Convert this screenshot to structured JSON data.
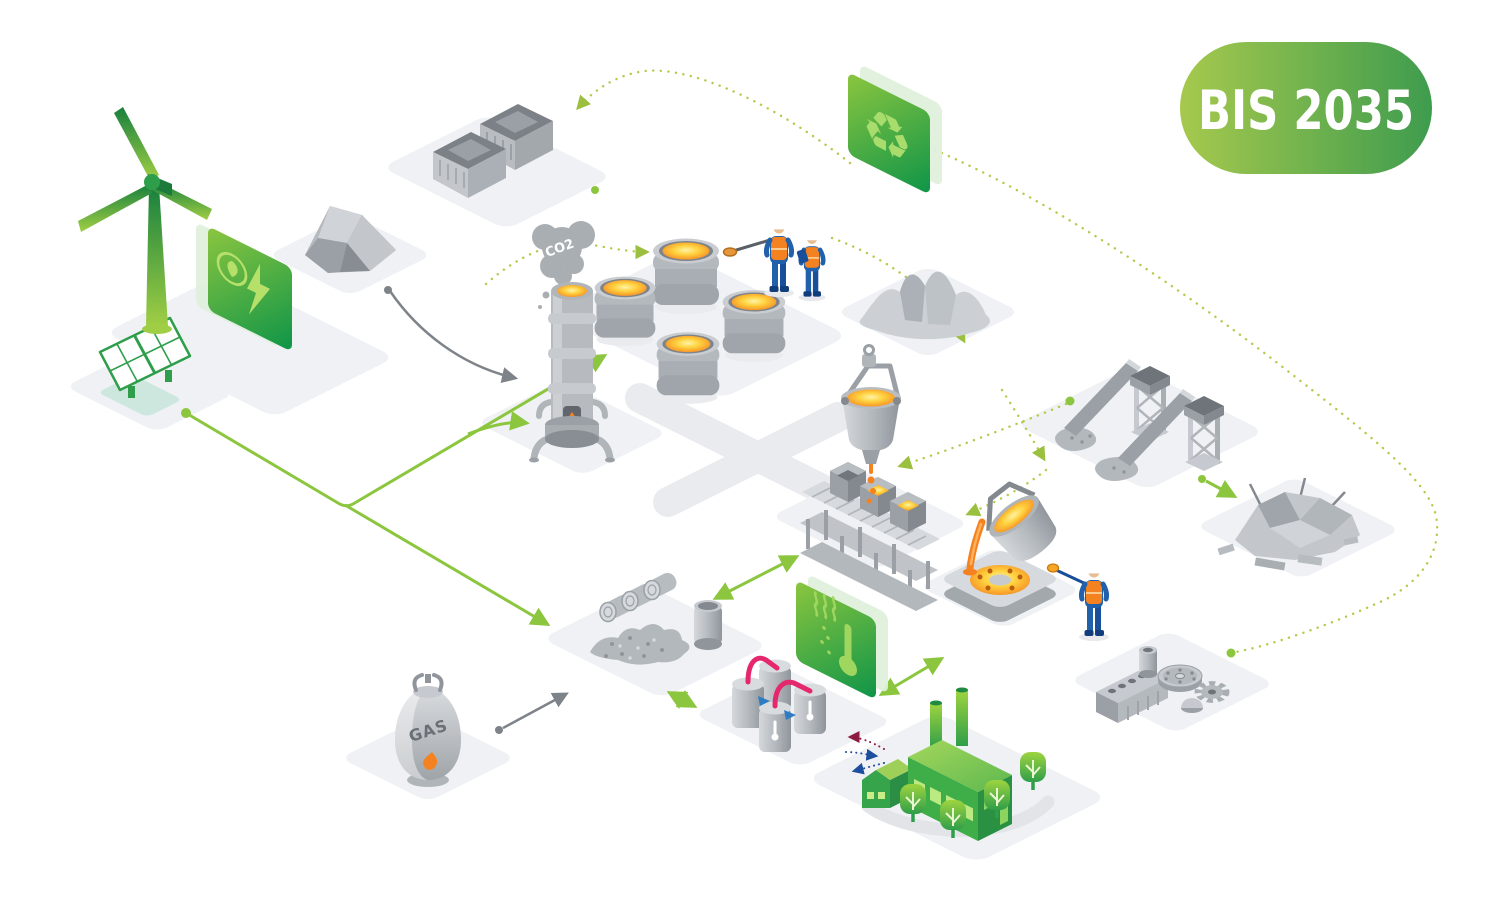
{
  "badge": {
    "label": "BIS 2035"
  },
  "labels": {
    "co2": "CO2",
    "gas": "GAS"
  },
  "colors": {
    "badge_gradient": [
      "#a6c94d",
      "#3e9c4e"
    ],
    "sign_gradient": [
      "#8cc63f",
      "#0d9448"
    ],
    "flow_green": "#8cc63f",
    "flow_dotted_green": "#b5c94c",
    "molten_orange": "#f58220",
    "molten_yellow": "#ffd23f",
    "metal_gray": "#aab0b5",
    "platform_gray": "#eff1f4",
    "pipe_magenta": "#e5276d",
    "worker_blue": "#2160ab",
    "vest_orange": "#f58220",
    "arrow_gray": "#7d8388",
    "heat_maroon": "#8c1d40",
    "heat_navy": "#1d4f9e",
    "eco_green": "#2f9e49"
  },
  "icons": [
    "wind-turbine-icon",
    "solar-panel-icon",
    "green-energy-sign-icon",
    "raw-material-rocks-icon",
    "scrap-skip-containers-icon",
    "recycling-sign-icon",
    "co2-cloud-icon",
    "shaft-furnace-icon",
    "molten-metal-crucibles-icon",
    "foundry-workers-icon",
    "alloy-powder-pile-icon",
    "conveyor-towers-icon",
    "scrap-metal-pile-icon",
    "casting-ladle-icon",
    "mold-line-icon",
    "tilting-ladle-icon",
    "round-casting-mold-icon",
    "cast-parts-icon",
    "metal-briquettes-icon",
    "metal-chips-icon",
    "storage-drum-icon",
    "heat-recovery-sign-icon",
    "heat-exchanger-tanks-icon",
    "gas-cylinder-icon",
    "green-factory-icon",
    "eco-house-icon",
    "tree-icon"
  ]
}
